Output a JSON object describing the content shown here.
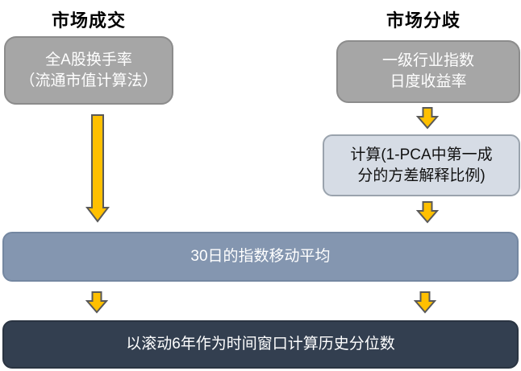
{
  "headers": {
    "left": "市场成交",
    "right": "市场分歧"
  },
  "boxes": {
    "turnover": {
      "lines": [
        "全A股换手率",
        "（流通市值计算法）"
      ]
    },
    "industry": {
      "lines": [
        "一级行业指数",
        "日度收益率"
      ]
    },
    "pca": {
      "lines": [
        "计算(1-PCA中第一成",
        "分的方差解释比例)"
      ]
    },
    "ema": {
      "label": "30日的指数移动平均"
    },
    "percentile": {
      "label": "以滚动6年作为时间窗口计算历史分位数"
    }
  },
  "icons": {
    "down_arrow": "down-arrow-icon"
  },
  "colors": {
    "gray_box": "#a6a6a6",
    "light_box": "#d6dce5",
    "blue_box": "#8496b0",
    "dark_box": "#333f50",
    "arrow_fill": "#ffc000",
    "arrow_stroke": "#595959"
  }
}
